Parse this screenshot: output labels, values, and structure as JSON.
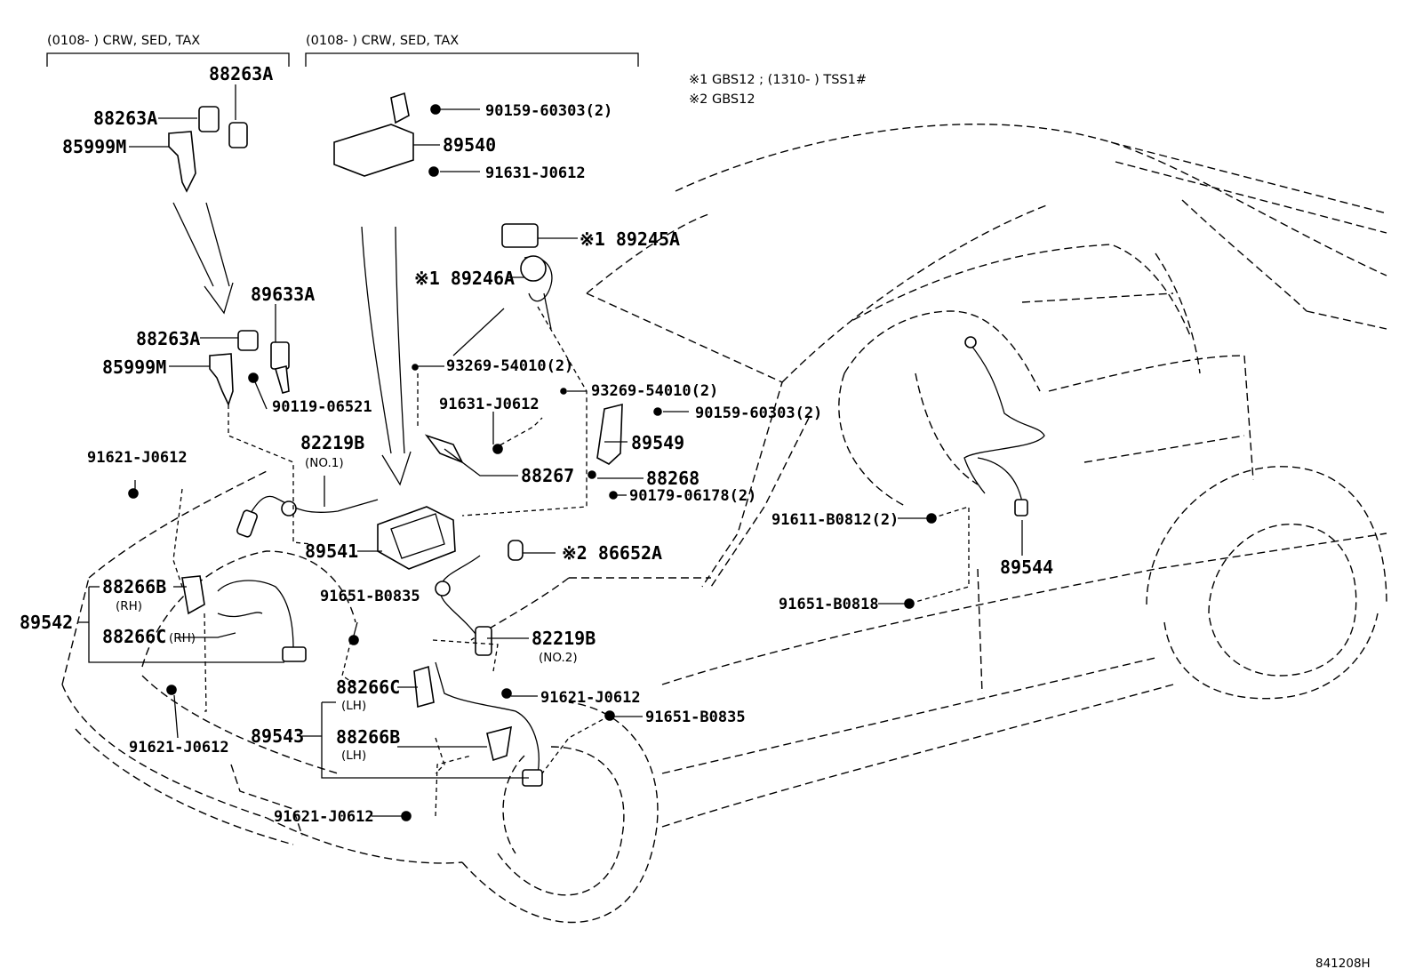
{
  "headers": {
    "left": "(0108-      ) CRW, SED, TAX",
    "mid": "(0108-      ) CRW, SED, TAX"
  },
  "notes": {
    "note1": "※1 GBS12 ; (1310-      ) TSS1#",
    "note2": "※2 GBS12"
  },
  "parts": {
    "p88263A_top": "88263A",
    "p88263A_a": "88263A",
    "p85999M_a": "85999M",
    "p90159_top": "90159-60303(2)",
    "p89540": "89540",
    "p91631_top": "91631-J0612",
    "p89245A": "※1 89245A",
    "p89246A": "※1 89246A",
    "p89633A": "89633A",
    "p88263A_b": "88263A",
    "p85999M_b": "85999M",
    "p90119": "90119-06521",
    "p93269_a": "93269-54010(2)",
    "p91631_mid": "91631-J0612",
    "p93269_b": "93269-54010(2)",
    "p90159_mid": "90159-60303(2)",
    "p89549": "89549",
    "p88268": "88268",
    "p90179": "90179-06178(2)",
    "p82219B_1": "82219B",
    "p82219B_1_sub": "(NO.1)",
    "p88267": "88267",
    "p91621_a": "91621-J0612",
    "p89541": "89541",
    "p86652A": "※2 86652A",
    "p91611": "91611-B0812(2)",
    "p89544": "89544",
    "p88266B_rh": "88266B",
    "p88266B_rh_sub": "(RH)",
    "p89542": "89542",
    "p88266C_rh": "88266C",
    "p88266C_rh_sub": "(RH)",
    "p91651_a": "91651-B0835",
    "p91651_b": "91651-B0818",
    "p82219B_2": "82219B",
    "p82219B_2_sub": "(NO.2)",
    "p88266C_lh": "88266C",
    "p88266C_lh_sub": "(LH)",
    "p91621_b": "91621-J0612",
    "p91651_c": "91651-B0835",
    "p89543": "89543",
    "p88266B_lh": "88266B",
    "p88266B_lh_sub": "(LH)",
    "p91621_c": "91621-J0612",
    "p91621_d": "91621-J0612"
  },
  "figure_id": "841208H"
}
